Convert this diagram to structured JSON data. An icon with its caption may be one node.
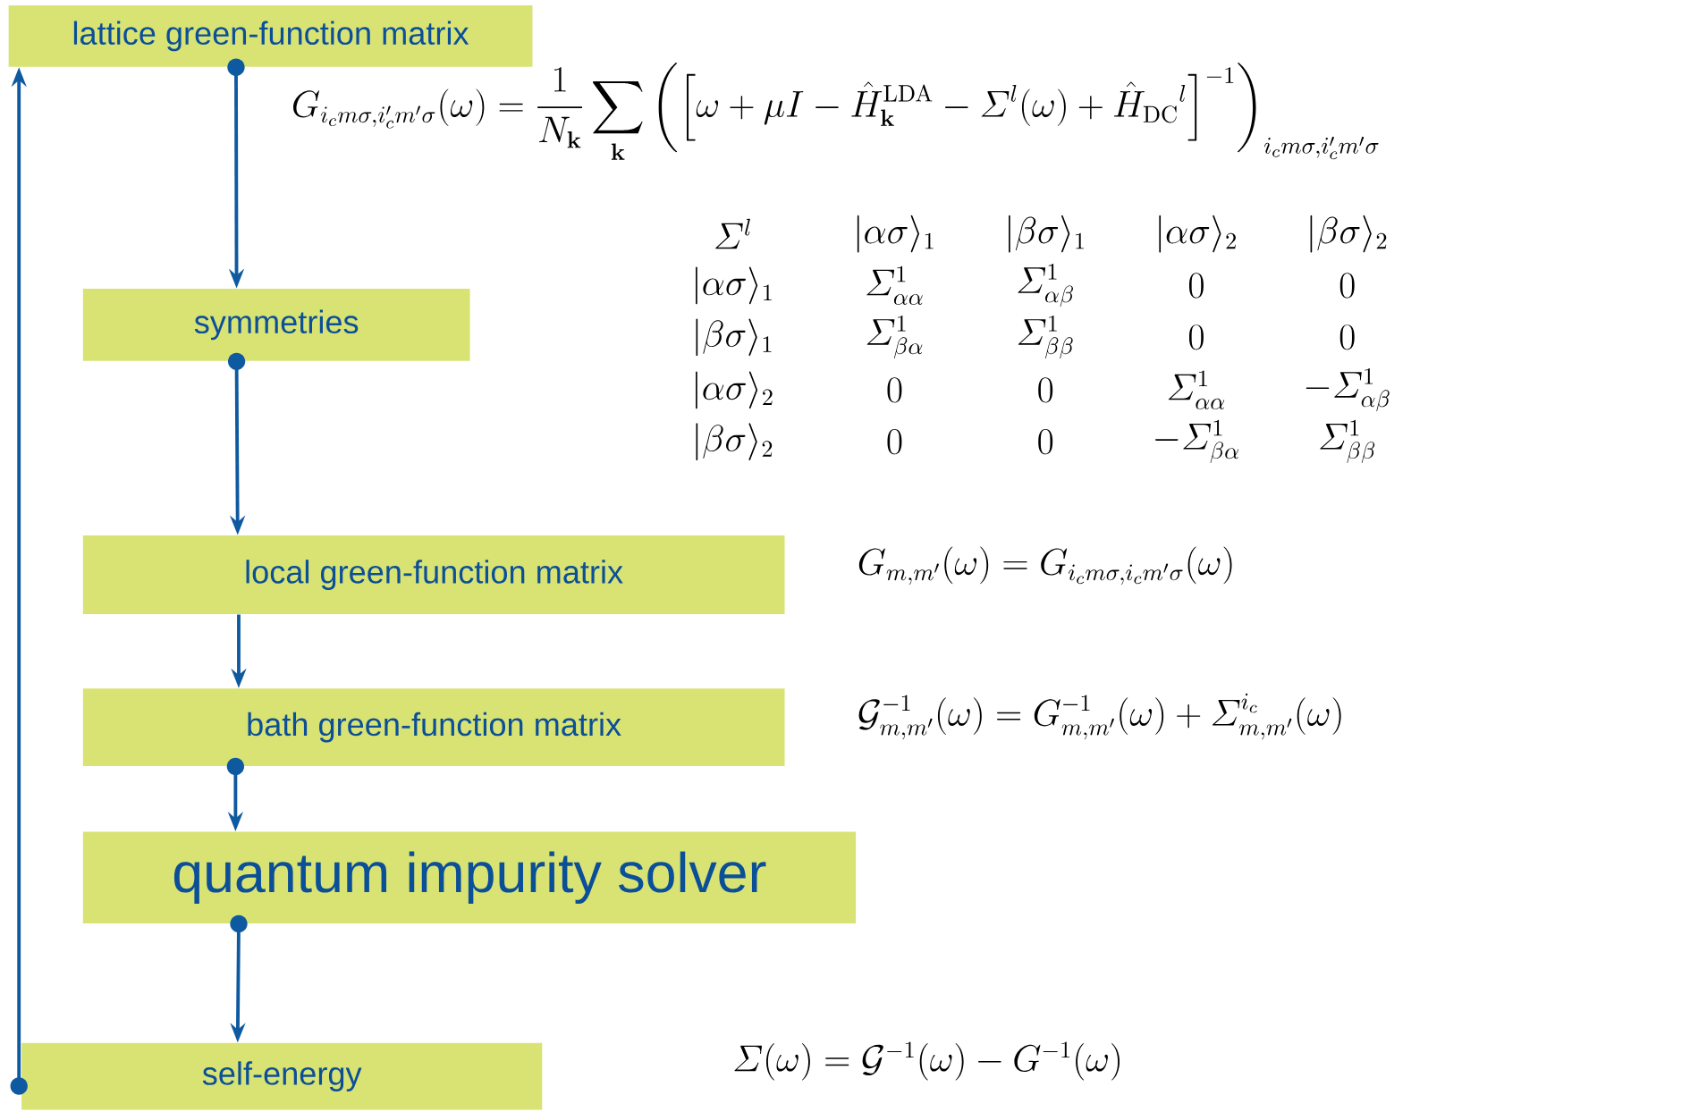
{
  "diagram": {
    "nodes": [
      {
        "text": [
          "lattice green-function matrix"
        ]
      },
      {
        "text": [
          "symmetries"
        ]
      },
      {
        "text": [
          "local green-function matrix"
        ]
      },
      {
        "text": [
          "bath green-function matrix"
        ]
      },
      {
        "text": [
          "quantum impurity solver"
        ]
      },
      {
        "text": [
          "self-energy"
        ]
      }
    ],
    "edges": [
      {
        "from": 0,
        "to": 1,
        "arrow": "to"
      },
      {
        "from": 1,
        "to": 2,
        "arrow": "to"
      },
      {
        "from": 2,
        "to": 3,
        "arrow": "to"
      },
      {
        "from": 3,
        "to": 4,
        "arrow": "to"
      },
      {
        "from": 4,
        "to": 5,
        "arrow": "to"
      },
      {
        "from": 5,
        "to": 0,
        "arrow": "to"
      }
    ],
    "labels": [
      "G_{i_c m\\sigma,i'_c m'\\sigma}(\\omega)=\\frac{1}{N_{\\mathbf{k}}}\\sum_{\\mathbf{k}}\\left(\\left[\\omega+\\mu I-\\hat{H}^{\\mathrm{LDA}}_{\\mathbf{k}}-\\varSigma^{l}(\\omega)+\\hat{H}_{\\mathrm{DC}}{}^{l}\\right]^{-1}\\right)_{i_c m\\sigma,i'_c m'\\sigma}",
      "\\varSigma^{l}",
      "|\\alpha\\sigma\\rangle_1",
      "|\\beta\\sigma\\rangle_1",
      "|\\alpha\\sigma\\rangle_2",
      "|\\beta\\sigma\\rangle_2",
      "|\\alpha\\sigma\\rangle_1",
      "\\varSigma^{1}_{\\alpha\\alpha}",
      "\\varSigma^{1}_{\\alpha\\beta}",
      "0",
      "0",
      "|\\beta\\sigma\\rangle_1",
      "\\varSigma^{1}_{\\beta\\alpha}",
      "\\varSigma^{1}_{\\beta\\beta}",
      "0",
      "0",
      "|\\alpha\\sigma\\rangle_2",
      "0",
      "0",
      "\\varSigma^{1}_{\\alpha\\alpha}",
      "-\\varSigma^{1}_{\\alpha\\beta}",
      "|\\beta\\sigma\\rangle_2",
      "0",
      "0",
      "-\\varSigma^{1}_{\\beta\\alpha}",
      "\\varSigma^{1}_{\\beta\\beta}",
      "G_{m,m'}(\\omega)=G_{i_c m\\sigma,i_c m'\\sigma}(\\omega)",
      "\\mathcal{G}^{-1}_{m,m'}(\\omega)=G^{-1}_{m,m'}(\\omega)+\\varSigma^{i_c}_{m,m'}(\\omega)",
      "\\varSigma(\\omega)=\\mathcal{G}^{-1}(\\omega)-G^{-1}(\\omega)"
    ]
  }
}
